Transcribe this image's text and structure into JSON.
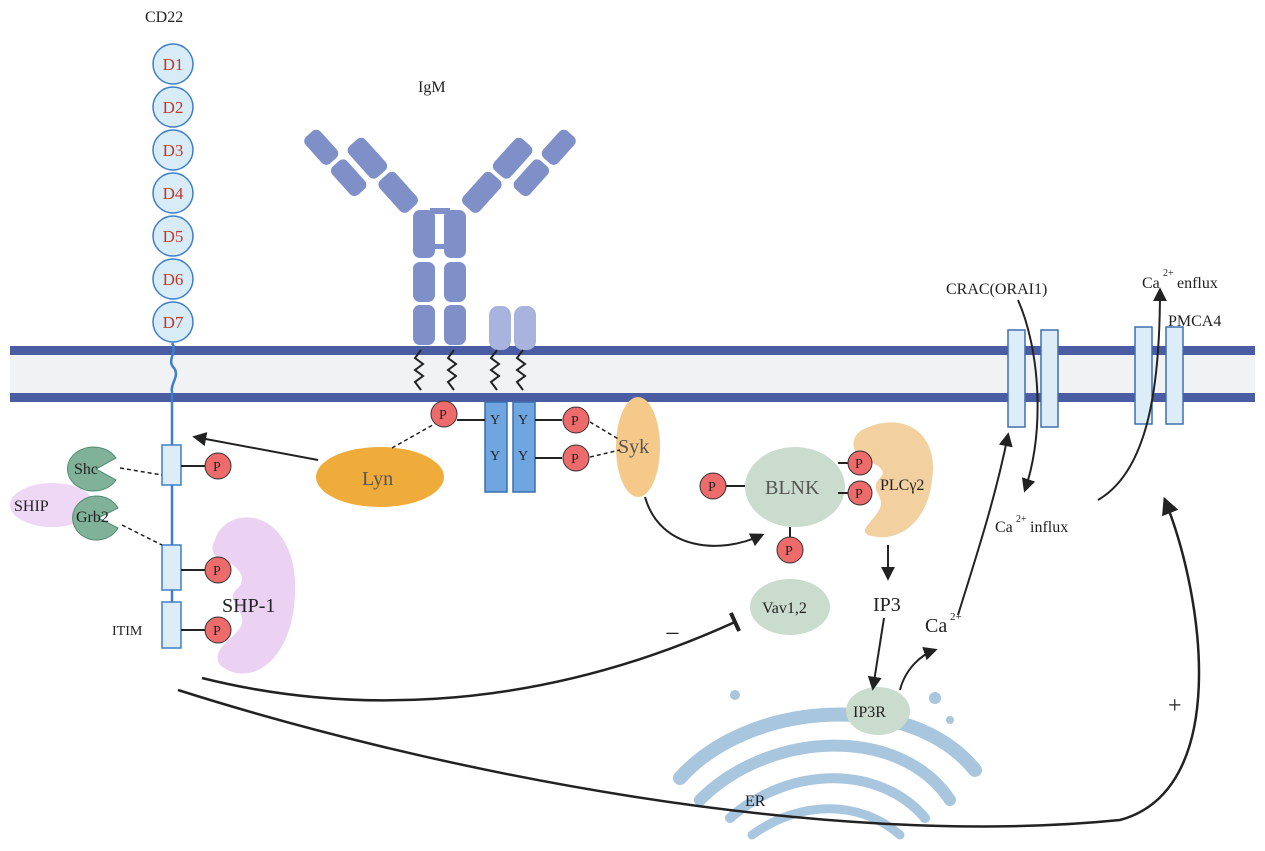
{
  "labels": {
    "cd22": "CD22",
    "igm": "IgM",
    "crac": "CRAC(ORAI1)",
    "ca_enflux_base": "Ca",
    "ca_enflux_sup": "2+",
    "ca_enflux_rest": "enflux",
    "pmca4": "PMCA4",
    "lyn": "Lyn",
    "syk": "Syk",
    "blnk": "BLNK",
    "plcg2": "PLCγ2",
    "vav": "Vav1,2",
    "ip3": "IP3",
    "ip3r": "IP3R",
    "ca_base": "Ca",
    "ca_sup": "2+",
    "ca_influx_base": "Ca",
    "ca_influx_sup": "2+",
    "ca_influx_rest": "influx",
    "er": "ER",
    "shp1": "SHP-1",
    "ship": "SHIP",
    "grb2": "Grb2",
    "shc": "Shc",
    "itim": "ITIM",
    "minus": "−",
    "plus": "+",
    "phospho": "P",
    "tyr": "Y"
  },
  "cd22_domains": [
    "D1",
    "D2",
    "D3",
    "D4",
    "D5",
    "D6",
    "D7"
  ],
  "colors": {
    "membrane": "#4a5da3",
    "membrane_inner": "#f1f2f4",
    "antibody": "#7f8fc8",
    "antibody_light": "#a9b4de",
    "itam": "#6fa6e0",
    "phospho": "#ee6b6b",
    "lyn": "#f0ac3a",
    "syk": "#f5c98a",
    "blnk": "#c9dccd",
    "plcg2": "#f2d0a0",
    "shp1": "#ebd1f2",
    "ship": "#efd8f5",
    "grb2": "#7fb298",
    "er": "#a9c6df",
    "domain_fill": "#d8ecf7",
    "domain_text": "#c0392b"
  }
}
